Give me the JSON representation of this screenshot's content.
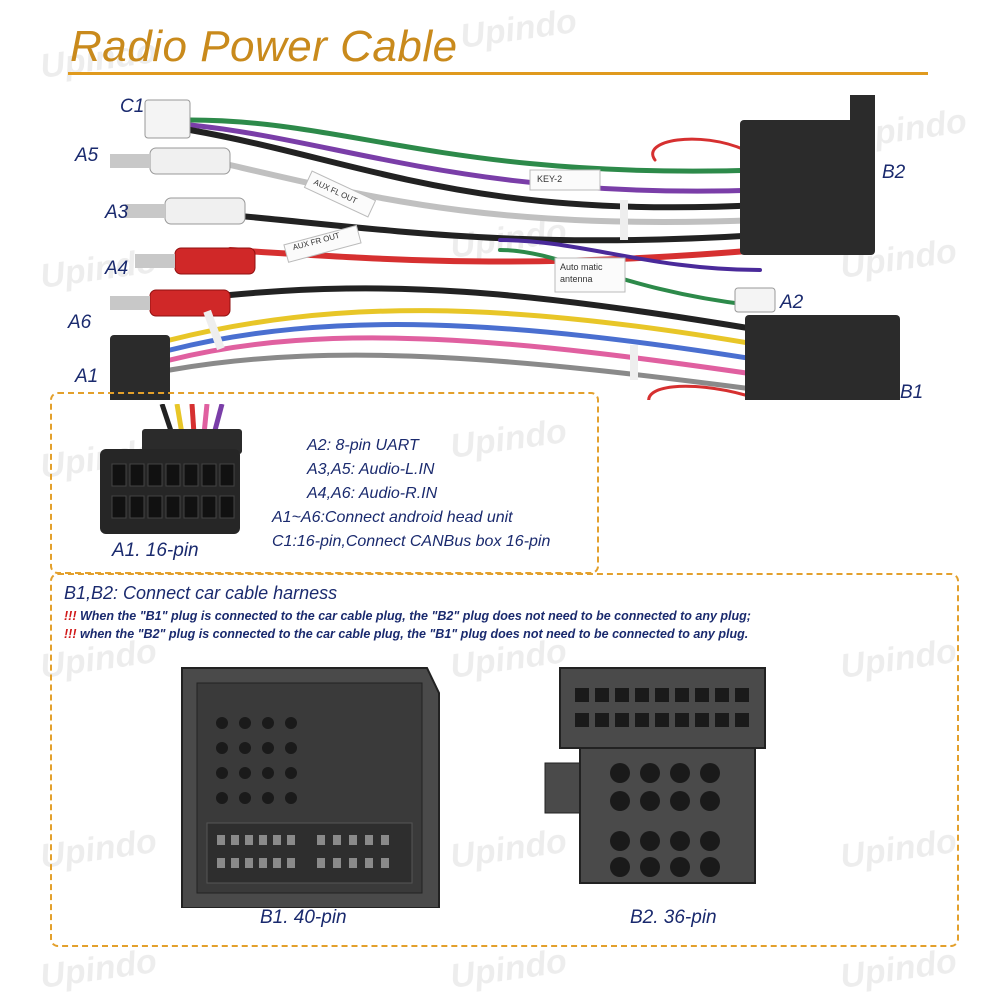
{
  "title": "Radio Power Cable",
  "watermark": "Upindo",
  "connectors": {
    "c1": "C1",
    "a5": "A5",
    "a3": "A3",
    "a4": "A4",
    "a6": "A6",
    "a1": "A1",
    "b2": "B2",
    "a2": "A2",
    "b1": "B1"
  },
  "wire_tags": {
    "key2": "KEY-2",
    "aux_fl": "AUX FL OUT",
    "aux_fr": "AUX FR OUT",
    "antenna_1": "Auto matic",
    "antenna_2": "antenna"
  },
  "spec_box": {
    "caption": "A1. 16-pin",
    "lines": [
      "A2: 8-pin UART",
      "A3,A5: Audio-L.IN",
      "A4,A6: Audio-R.IN",
      "A1~A6:Connect android head unit",
      "C1:16-pin,Connect CANBus box 16-pin"
    ]
  },
  "harness_box": {
    "heading": "B1,B2: Connect car cable harness",
    "warning_mark": "!!!",
    "warnings": [
      " When the \"B1\" plug is connected to the car cable plug, the \"B2\" plug does not need to be connected to any plug;",
      " when the \"B2\" plug is connected to the car cable plug, the \"B1\" plug does not need to be connected to any plug."
    ],
    "captions": {
      "b1": "B1. 40-pin",
      "b2": "B2. 36-pin"
    }
  },
  "colors": {
    "title": "#c98a1c",
    "label": "#1a2a6e",
    "dash_border": "#e3a02c",
    "warning": "#d01818",
    "connector": "#2b2b2b"
  }
}
